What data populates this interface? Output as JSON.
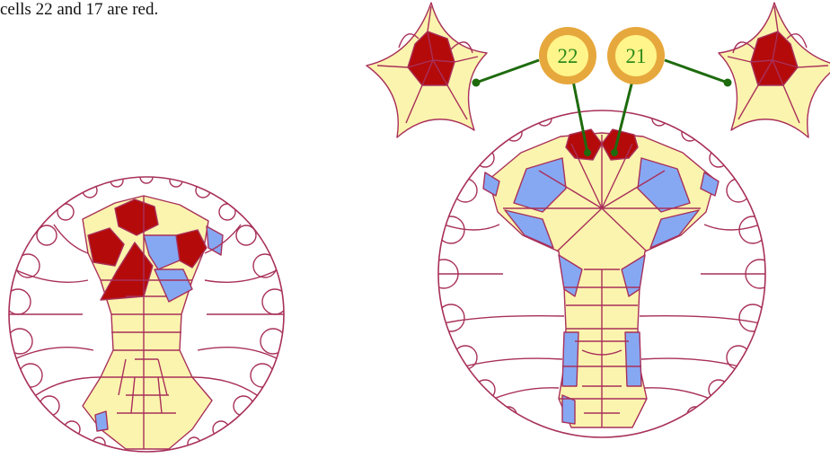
{
  "caption": "cells 22 and 17 are red.",
  "callouts": [
    {
      "number": "22"
    },
    {
      "number": "21"
    }
  ],
  "colors": {
    "background": "#ffffff",
    "edge": "#a8305a",
    "cream": "#fbf4ae",
    "red": "#b50a0a",
    "blue": "#86a8f3",
    "connector": "#1e6b0e",
    "badge_ring": "#e6a83c",
    "badge_fill": "#fff58a",
    "badge_text": "#2f8a1c"
  }
}
